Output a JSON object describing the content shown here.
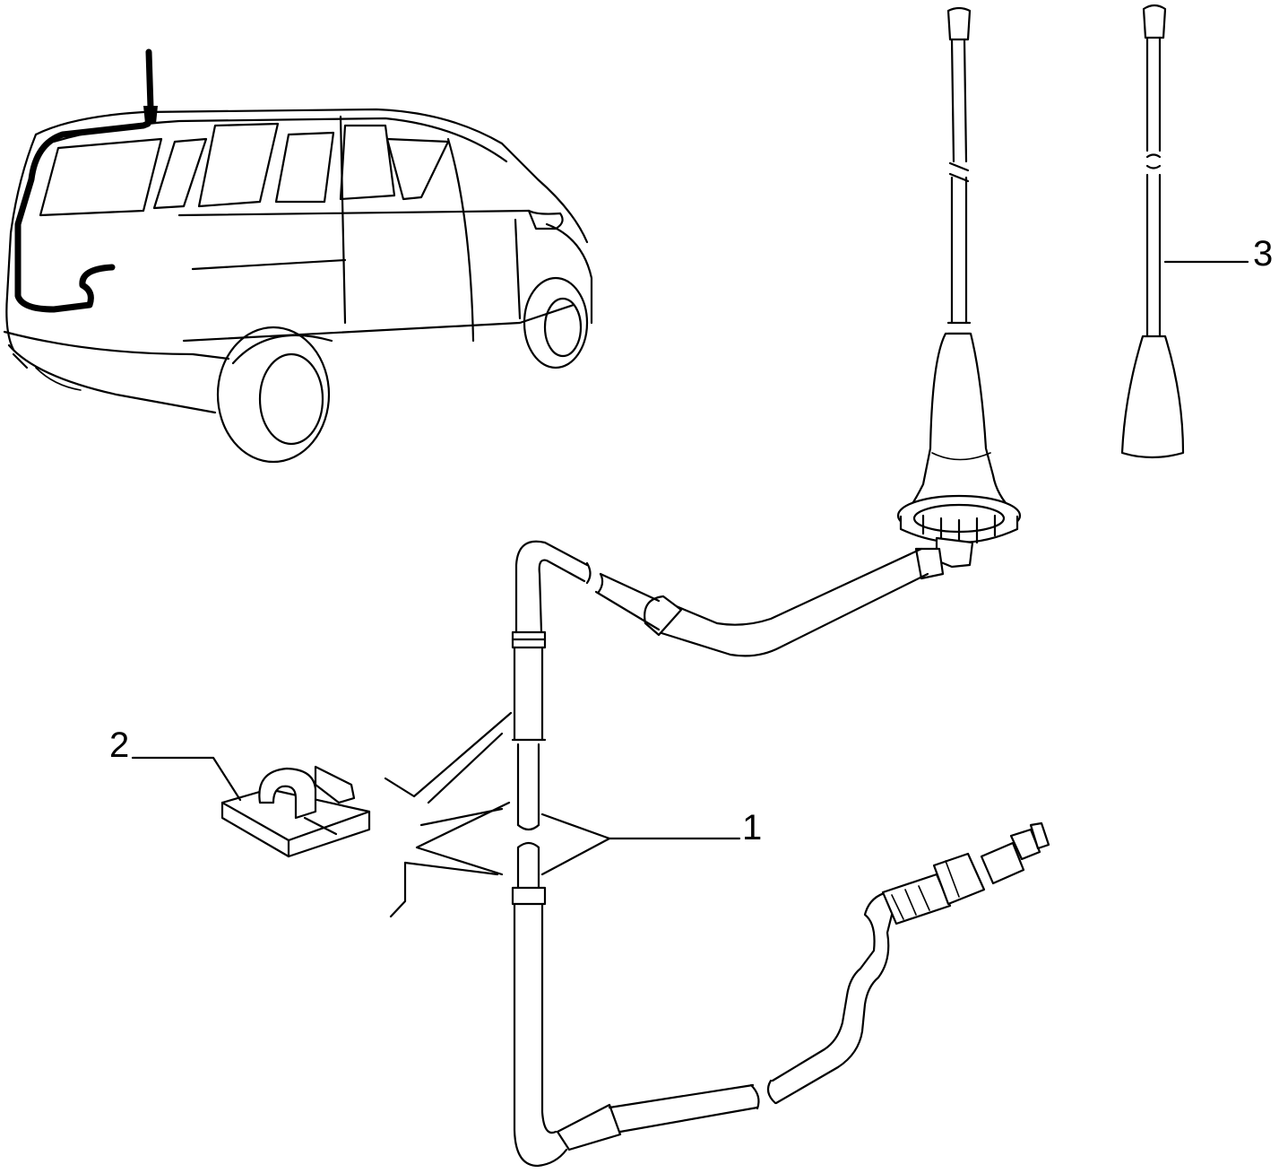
{
  "callouts": {
    "cable": "1",
    "clip": "2",
    "antenna_rod": "3"
  },
  "colors": {
    "line": "#000000",
    "background": "#ffffff"
  }
}
